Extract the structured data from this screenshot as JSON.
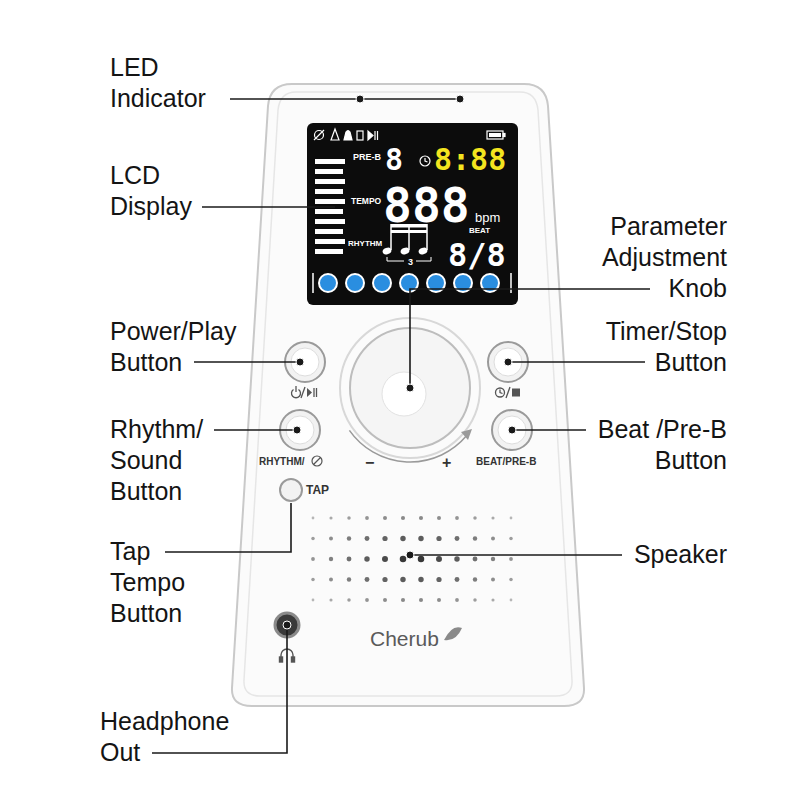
{
  "diagram": {
    "nodes": [
      {
        "text": [
          "PRE-B",
          "8",
          "8:88",
          "TEMPO",
          "888",
          "bpm",
          "RHYTHM",
          "BEAT",
          "8/8",
          "3"
        ]
      }
    ],
    "labels": [
      "LED Indicator",
      "LCD Display",
      "Parameter Adjustment Knob",
      "Power/Play Button",
      "Timer/Stop Button",
      "Rhythm/ Sound Button",
      "Beat /Pre-B Button",
      "Tap Tempo Button",
      "Speaker",
      "Headphone Out",
      "RHYTHM/",
      "BEAT/PRE-B",
      "TAP",
      "−",
      "+",
      "Cherub"
    ]
  }
}
